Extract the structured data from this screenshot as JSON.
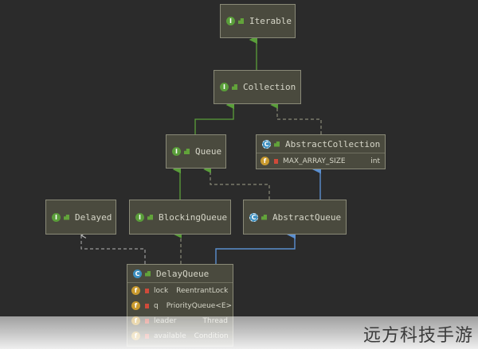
{
  "diagram": {
    "nodes": {
      "iterable": {
        "kind": "interface",
        "badge": "I",
        "name": "Iterable"
      },
      "collection": {
        "kind": "interface",
        "badge": "I",
        "name": "Collection"
      },
      "queue": {
        "kind": "interface",
        "badge": "I",
        "name": "Queue"
      },
      "abstract_collection": {
        "kind": "abstract-class",
        "badge": "C",
        "name": "AbstractCollection",
        "fields": [
          {
            "badge": "f",
            "name": "MAX_ARRAY_SIZE",
            "type": "int"
          }
        ]
      },
      "delayed": {
        "kind": "interface",
        "badge": "I",
        "name": "Delayed"
      },
      "blocking_queue": {
        "kind": "interface",
        "badge": "I",
        "name": "BlockingQueue"
      },
      "abstract_queue": {
        "kind": "abstract-class",
        "badge": "C",
        "name": "AbstractQueue"
      },
      "delay_queue": {
        "kind": "class",
        "badge": "C",
        "name": "DelayQueue",
        "fields": [
          {
            "badge": "f",
            "name": "lock",
            "type": "ReentrantLock"
          },
          {
            "badge": "f",
            "name": "q",
            "type": "PriorityQueue<E>"
          },
          {
            "badge": "f",
            "name": "leader",
            "type": "Thread"
          },
          {
            "badge": "f",
            "name": "available",
            "type": "Condition"
          }
        ]
      }
    },
    "edges": [
      {
        "from": "collection",
        "to": "iterable",
        "style": "extends"
      },
      {
        "from": "queue",
        "to": "collection",
        "style": "extends"
      },
      {
        "from": "abstract_collection",
        "to": "collection",
        "style": "implements"
      },
      {
        "from": "blocking_queue",
        "to": "queue",
        "style": "extends"
      },
      {
        "from": "abstract_queue",
        "to": "queue",
        "style": "implements"
      },
      {
        "from": "abstract_queue",
        "to": "abstract_collection",
        "style": "class-extends"
      },
      {
        "from": "delay_queue",
        "to": "delayed",
        "style": "implements"
      },
      {
        "from": "delay_queue",
        "to": "blocking_queue",
        "style": "implements"
      },
      {
        "from": "delay_queue",
        "to": "abstract_queue",
        "style": "class-extends"
      }
    ],
    "colors": {
      "background": "#2b2b2b",
      "node_fill": "#4a4a3e",
      "extends_line": "#5a9e3a",
      "implements_line": "#9a9a88",
      "class_extends_line": "#5b8fd0"
    }
  },
  "watermark": "远方科技手游"
}
